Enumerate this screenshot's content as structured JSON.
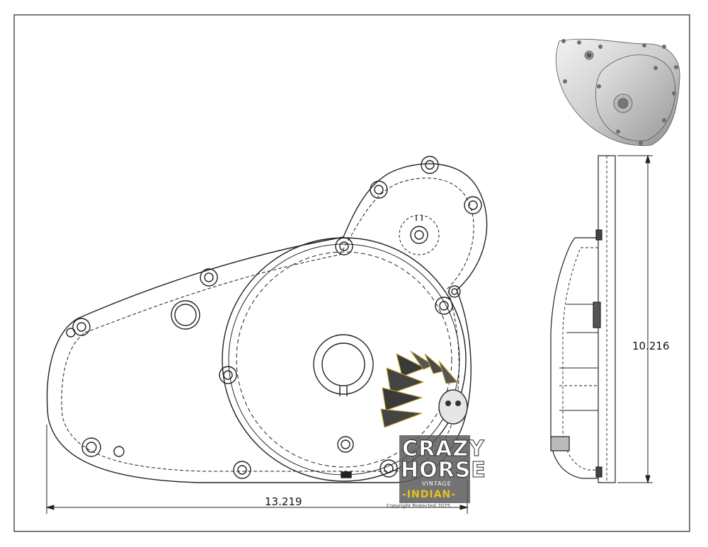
{
  "drawing": {
    "dimension_width": "13.219",
    "dimension_height": "10.216"
  },
  "watermark": {
    "line1": "CRAZY",
    "line2": "HORSE",
    "vintage": "VINTAGE",
    "indian": "-INDIAN-",
    "copyright": "Copyright Protected 2025"
  },
  "colors": {
    "line": "#222222",
    "logo_accent": "#e8c21c",
    "logo_shadow": "#3a3a3a"
  }
}
